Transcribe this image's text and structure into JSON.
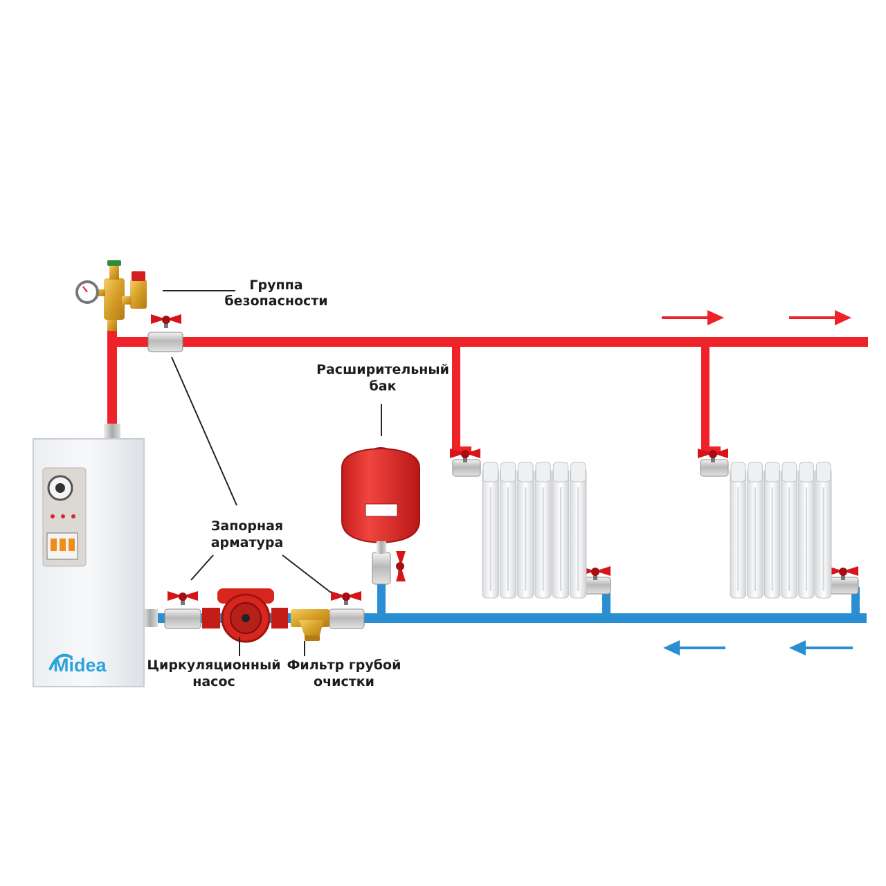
{
  "labels": {
    "safety_group": [
      "Группа",
      "безопасности"
    ],
    "expansion_tank": [
      "Расширительный",
      "бак"
    ],
    "shutoff_valves": [
      "Запорная",
      "арматура"
    ],
    "circulation_pump": [
      "Циркуляционный",
      "насос"
    ],
    "coarse_filter": [
      "Фильтр грубой",
      "очистки"
    ]
  },
  "boiler": {
    "brand": "Midea"
  },
  "colors": {
    "supply_pipe": "#ee2229",
    "return_pipe": "#2a8ed3",
    "valve_handle": "#d8141b",
    "tank": "#e32a2a",
    "pump": "#d7261e",
    "filter_brass": "#d9a42a",
    "brand": "#2aa3db",
    "leader_line": "#222222"
  },
  "flow": {
    "supply_direction": "right",
    "return_direction": "left"
  },
  "radiators": [
    {
      "sections": 6
    },
    {
      "sections": 6
    }
  ]
}
